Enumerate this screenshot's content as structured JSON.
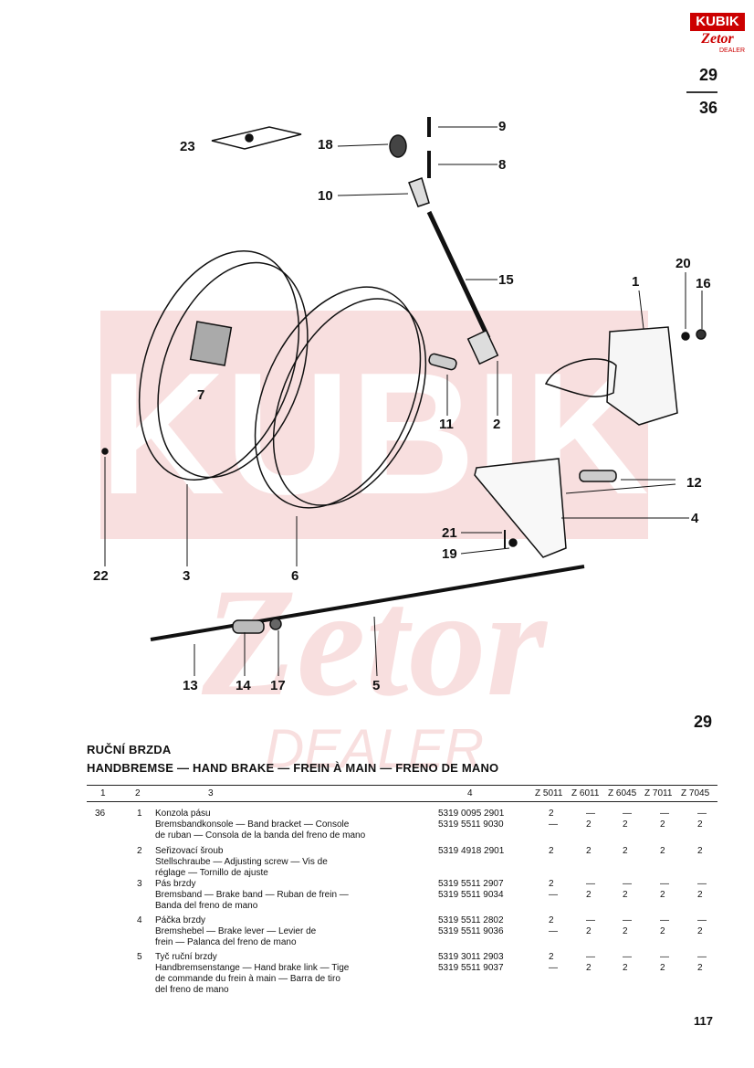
{
  "header": {
    "logo_top": "KUBIK",
    "logo_bottom": "Zetor",
    "logo_sub": "DEALER",
    "page_ref_top": "29",
    "page_ref_bottom": "36"
  },
  "watermark": {
    "word1": "KUBIK",
    "word2": "Zetor",
    "word3": "DEALER"
  },
  "callouts": [
    "9",
    "8",
    "18",
    "23",
    "10",
    "15",
    "1",
    "20",
    "16",
    "7",
    "11",
    "2",
    "12",
    "4",
    "21",
    "19",
    "22",
    "3",
    "6",
    "13",
    "14",
    "17",
    "5"
  ],
  "figure_number": "29",
  "title": {
    "czech": "RUČNÍ BRZDA",
    "multi": "HANDBREMSE — HAND BRAKE — FREIN À MAIN — FRENO DE MANO"
  },
  "table": {
    "headers": [
      "1",
      "2",
      "3",
      "4",
      "Z 5011",
      "Z 6011",
      "Z 6045",
      "Z 7011",
      "Z 7045"
    ],
    "group": "36",
    "rows": [
      {
        "pos": "1",
        "desc": "Konzola pásu\nBremsbandkonsole — Band bracket — Console\nde ruban — Consola de la banda del freno de mano",
        "parts": "5319 0095 2901\n5319 5511 9030",
        "q1": "2\n—",
        "q2": "—\n2",
        "q3": "—\n2",
        "q4": "—\n2",
        "q5": "—\n2"
      },
      {
        "pos": "2",
        "desc": "Seřizovací šroub\nStellschraube — Adjusting screw — Vis de\nréglage — Tornillo de ajuste",
        "parts": "5319 4918 2901",
        "q1": "2",
        "q2": "2",
        "q3": "2",
        "q4": "2",
        "q5": "2"
      },
      {
        "pos": "3",
        "desc": "Pás brzdy\nBremsband — Brake band — Ruban de frein —\nBanda del freno de mano",
        "parts": "5319 5511 2907\n5319 5511 9034",
        "q1": "2\n—",
        "q2": "—\n2",
        "q3": "—\n2",
        "q4": "—\n2",
        "q5": "—\n2"
      },
      {
        "pos": "4",
        "desc": "Páčka brzdy\nBremshebel — Brake lever — Levier de\nfrein — Palanca del freno de mano",
        "parts": "5319 5511 2802\n5319 5511 9036",
        "q1": "2\n—",
        "q2": "—\n2",
        "q3": "—\n2",
        "q4": "—\n2",
        "q5": "—\n2"
      },
      {
        "pos": "5",
        "desc": "Tyč ruční brzdy\nHandbremsenstange — Hand brake link — Tige\nde commande du frein à main — Barra de tiro\ndel freno de mano",
        "parts": "5319 3011 2903\n5319 5511 9037",
        "q1": "2\n—",
        "q2": "—\n2",
        "q3": "—\n2",
        "q4": "—\n2",
        "q5": "—\n2"
      }
    ]
  },
  "page_number": "117"
}
